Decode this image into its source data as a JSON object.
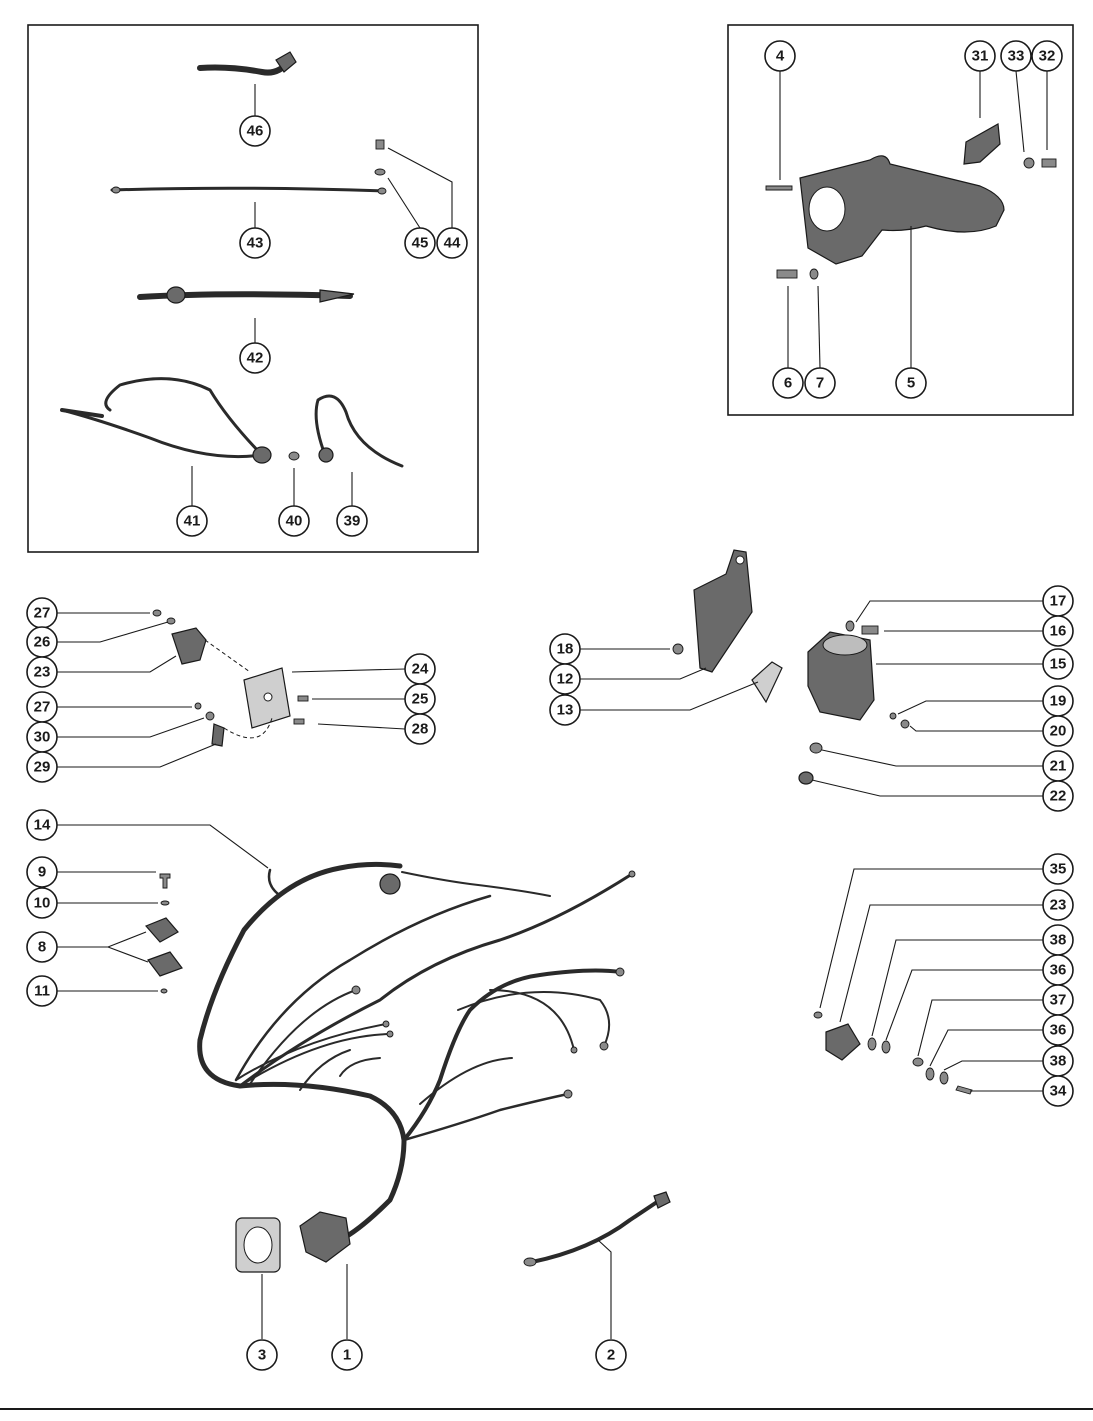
{
  "callouts": [
    {
      "id": "c46",
      "label": "46"
    },
    {
      "id": "c43",
      "label": "43"
    },
    {
      "id": "c45",
      "label": "45"
    },
    {
      "id": "c44",
      "label": "44"
    },
    {
      "id": "c42",
      "label": "42"
    },
    {
      "id": "c41",
      "label": "41"
    },
    {
      "id": "c40",
      "label": "40"
    },
    {
      "id": "c39",
      "label": "39"
    },
    {
      "id": "c4",
      "label": "4"
    },
    {
      "id": "c31",
      "label": "31"
    },
    {
      "id": "c33",
      "label": "33"
    },
    {
      "id": "c32",
      "label": "32"
    },
    {
      "id": "c6",
      "label": "6"
    },
    {
      "id": "c7",
      "label": "7"
    },
    {
      "id": "c5",
      "label": "5"
    },
    {
      "id": "c27a",
      "label": "27"
    },
    {
      "id": "c26",
      "label": "26"
    },
    {
      "id": "c23a",
      "label": "23"
    },
    {
      "id": "c24",
      "label": "24"
    },
    {
      "id": "c25",
      "label": "25"
    },
    {
      "id": "c27b",
      "label": "27"
    },
    {
      "id": "c28",
      "label": "28"
    },
    {
      "id": "c30",
      "label": "30"
    },
    {
      "id": "c29",
      "label": "29"
    },
    {
      "id": "c17",
      "label": "17"
    },
    {
      "id": "c16",
      "label": "16"
    },
    {
      "id": "c18",
      "label": "18"
    },
    {
      "id": "c15",
      "label": "15"
    },
    {
      "id": "c12",
      "label": "12"
    },
    {
      "id": "c13",
      "label": "13"
    },
    {
      "id": "c19",
      "label": "19"
    },
    {
      "id": "c20",
      "label": "20"
    },
    {
      "id": "c21",
      "label": "21"
    },
    {
      "id": "c22",
      "label": "22"
    },
    {
      "id": "c14",
      "label": "14"
    },
    {
      "id": "c9",
      "label": "9"
    },
    {
      "id": "c10",
      "label": "10"
    },
    {
      "id": "c8",
      "label": "8"
    },
    {
      "id": "c11",
      "label": "11"
    },
    {
      "id": "c35",
      "label": "35"
    },
    {
      "id": "c23b",
      "label": "23"
    },
    {
      "id": "c38a",
      "label": "38"
    },
    {
      "id": "c36a",
      "label": "36"
    },
    {
      "id": "c37",
      "label": "37"
    },
    {
      "id": "c36b",
      "label": "36"
    },
    {
      "id": "c38b",
      "label": "38"
    },
    {
      "id": "c34",
      "label": "34"
    },
    {
      "id": "c3",
      "label": "3"
    },
    {
      "id": "c1",
      "label": "1"
    },
    {
      "id": "c2",
      "label": "2"
    }
  ]
}
